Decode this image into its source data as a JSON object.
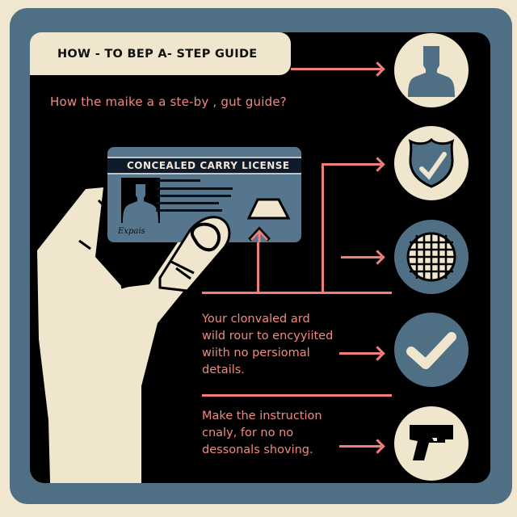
{
  "header": {
    "title": "HOW - TO BEP A- STEP GUIDE",
    "subtitle": "How the maike a a ste-by , gut guide?"
  },
  "license_card": {
    "title": "CONCEALED CARRY LICENSE",
    "signature": "Expai̇s",
    "icons": [
      "person-photo-icon",
      "trapezoid-chip-icon"
    ]
  },
  "steps": [
    {
      "text": "Your  clonvaled ard\nwild rour to encyyiited\nwiith no persiomal\ndetails."
    },
    {
      "text": "Make the instruction\ncnaly, for no no\ndessonals shoving."
    }
  ],
  "icons": [
    {
      "name": "person-icon",
      "style": "cream"
    },
    {
      "name": "shield-check-icon",
      "style": "cream"
    },
    {
      "name": "globe-grid-icon",
      "style": "blue"
    },
    {
      "name": "checkmark-icon",
      "style": "blue"
    },
    {
      "name": "pistol-icon",
      "style": "cream"
    }
  ],
  "colors": {
    "background": "#f1e6d0",
    "frame": "#4f6f85",
    "panel": "#000000",
    "accent": "#ef7f78",
    "cream": "#f0e5cd"
  }
}
